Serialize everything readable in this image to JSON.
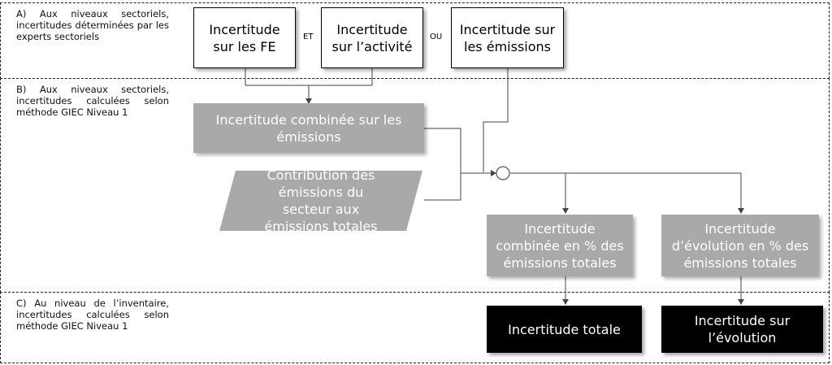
{
  "sections": {
    "a_label": "A) Aux niveaux sectoriels, incertitudes déterminées par les experts sectoriels",
    "b_label": "B) Aux niveaux sectoriels, incertitudes calculées selon méthode GIEC Niveau 1",
    "c_label": "C) Au niveau de l’inventaire, incertitudes calculées selon méthode GIEC Niveau 1"
  },
  "boxes": {
    "fe": "Incertitude sur les FE",
    "activite": "Incertitude sur l’activité",
    "emissions": "Incertitude sur les émissions",
    "combinee_emissions": "Incertitude combinée sur les émissions",
    "contribution": "Contribution des émissions du secteur aux émissions totales",
    "combinee_pct": "Incertitude combinée en % des émissions totales",
    "evolution_pct": "Incertitude d’évolution en % des émissions totales",
    "totale": "Incertitude totale",
    "evolution": "Incertitude sur l’évolution"
  },
  "connectors": {
    "et": "ET",
    "ou": "OU"
  },
  "colors": {
    "gray_box": "#a9a9a9",
    "black_box": "#000000",
    "line": "#444444"
  }
}
